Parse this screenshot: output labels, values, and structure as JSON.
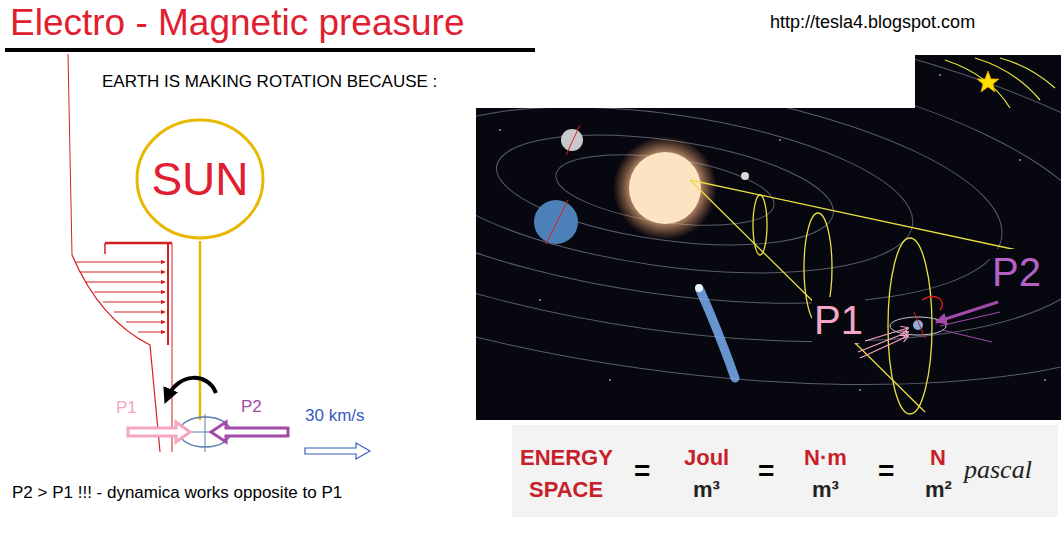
{
  "diagram": {
    "title": "Electro - Magnetic preasure",
    "nodes": [
      {
        "text": [
          "SUN"
        ]
      },
      {
        "text": [
          "ENERGY",
          "SPACE",
          "=",
          "Joul",
          "m³",
          "=",
          "N·m",
          "m³",
          "=",
          "N",
          "m²",
          "pascal"
        ]
      }
    ],
    "labels": [
      "http://tesla4.blogspot.com",
      "EARTH IS MAKING ROTATION BECAUSE :",
      "P1",
      "P2",
      "30 km/s",
      "P2 > P1 !!! - dynamica works opposite to P1",
      "P1",
      "P2"
    ]
  }
}
